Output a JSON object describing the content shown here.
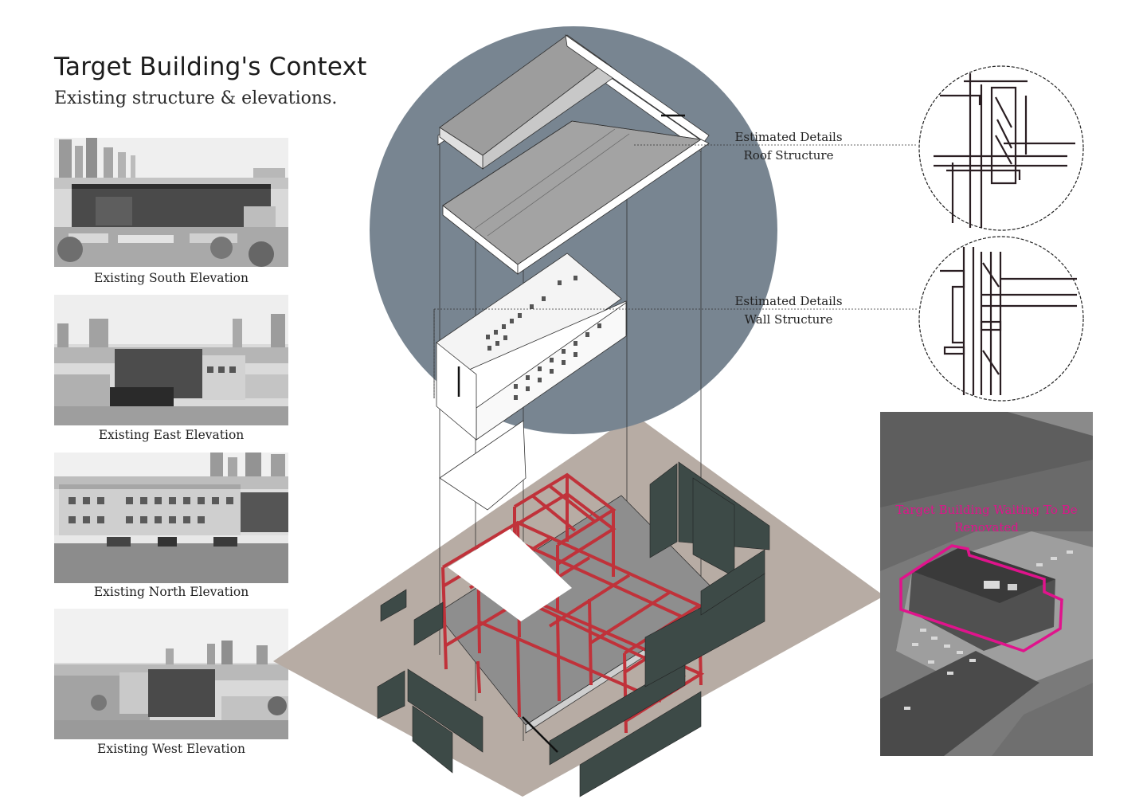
{
  "header": {
    "title": "Target Building's Context",
    "subtitle": "Existing structure & elevations."
  },
  "elevations": [
    {
      "caption": "Existing South Elevation"
    },
    {
      "caption": "Existing East Elevation"
    },
    {
      "caption": "Existing North Elevation"
    },
    {
      "caption": "Existing West Elevation"
    }
  ],
  "details": {
    "roof": {
      "line1": "Estimated Details",
      "line2": "Roof  Structure"
    },
    "wall": {
      "line1": "Estimated Details",
      "line2": "Wall Structure"
    }
  },
  "aerial": {
    "label": "Target Building Waiting To Be Renovated"
  },
  "colors": {
    "circle": "#788591",
    "ground": "#b7aca4",
    "frame": "#c0323a",
    "highlight": "#e0138c"
  }
}
